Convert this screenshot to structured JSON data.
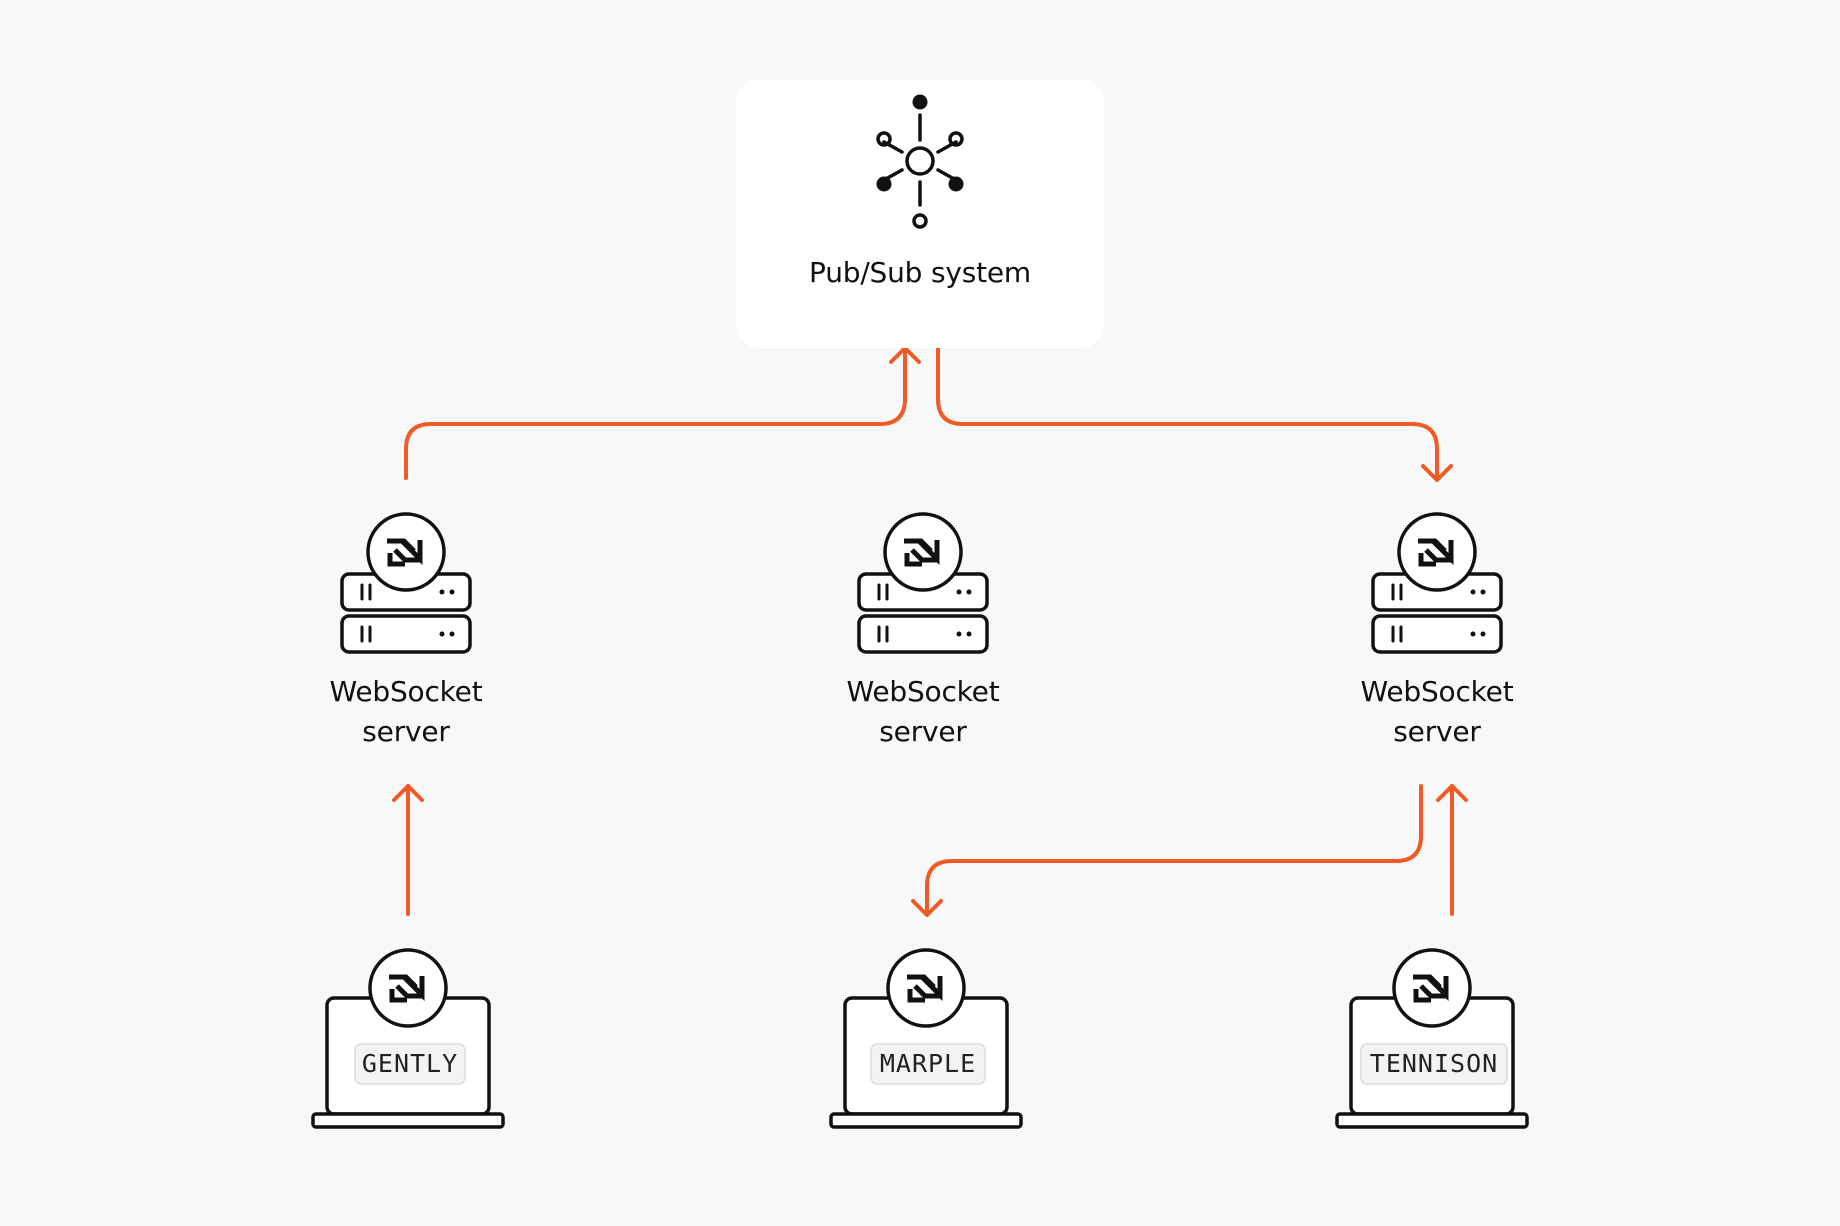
{
  "hub": {
    "label": "Pub/Sub system",
    "icon": "hub-network-icon"
  },
  "servers": [
    {
      "label_line1": "WebSocket",
      "label_line2": "server",
      "icon": "websocket-logo-icon"
    },
    {
      "label_line1": "WebSocket",
      "label_line2": "server",
      "icon": "websocket-logo-icon"
    },
    {
      "label_line1": "WebSocket",
      "label_line2": "server",
      "icon": "websocket-logo-icon"
    }
  ],
  "clients": [
    {
      "name": "GENTLY",
      "icon": "laptop-icon"
    },
    {
      "name": "MARPLE",
      "icon": "laptop-icon"
    },
    {
      "name": "TENNISON",
      "icon": "laptop-icon"
    }
  ],
  "connections": [
    {
      "from": "GENTLY",
      "to": "server 1"
    },
    {
      "from": "server 1",
      "to": "Pub/Sub system"
    },
    {
      "from": "Pub/Sub system",
      "to": "server 3"
    },
    {
      "from": "TENNISON",
      "to": "server 3"
    },
    {
      "from": "server 3",
      "to": "MARPLE"
    }
  ],
  "colors": {
    "arrow": "#f15a24",
    "stroke": "#111111",
    "background": "#f7f8fa"
  }
}
